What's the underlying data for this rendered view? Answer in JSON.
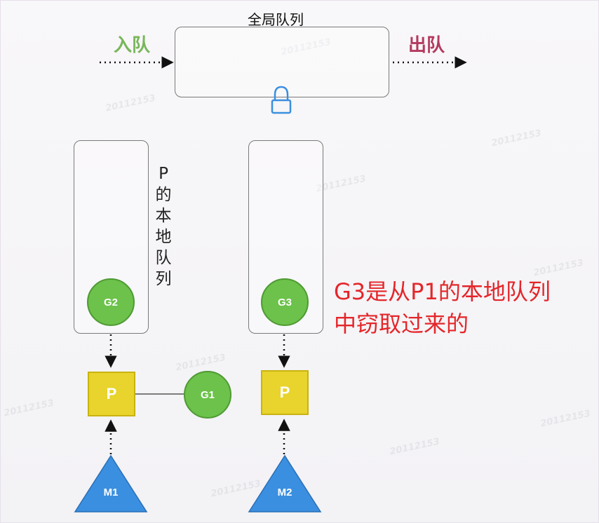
{
  "global_queue": {
    "label": "全局队列",
    "enqueue": "入队",
    "dequeue": "出队"
  },
  "local_queue_label": [
    "P",
    "的",
    "本",
    "地",
    "队",
    "列"
  ],
  "goroutines": {
    "g1": "G1",
    "g2": "G2",
    "g3": "G3"
  },
  "processors": {
    "p1": "P",
    "p2": "P"
  },
  "machines": {
    "m1": "M1",
    "m2": "M2"
  },
  "note": {
    "line1": "G3是从P1的本地队列",
    "line2": "中窃取过来的"
  },
  "watermark_text": "20112153",
  "colors": {
    "goroutine": "#6cc24a",
    "processor": "#e8d42d",
    "machine": "#3b8fe0",
    "enqueue": "#77b65a",
    "dequeue": "#b5395e",
    "note": "#e4262a",
    "lock": "#3b8fe0"
  }
}
